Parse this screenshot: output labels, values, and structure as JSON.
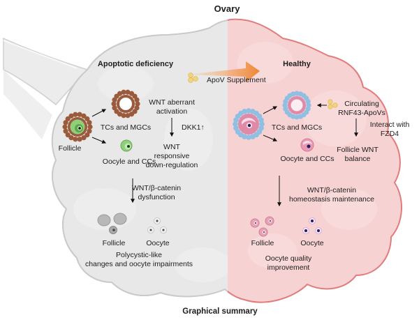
{
  "title": "Ovary",
  "caption": "Graphical summary",
  "colors": {
    "left_fill": "#e8e8e8",
    "left_outline": "#c8c8c8",
    "right_fill": "#f6d3d3",
    "right_outline": "#e07a7a",
    "arrow_orange": "#ee8a3a",
    "brown_granulosa": "#9b5a3c",
    "green_oocyte": "#8fcf7a",
    "blue_granulosa": "#8fbfe3",
    "pink_follicle": "#df8aa6",
    "apov_yellow": "#f2d57a",
    "nucleus_dark": "#1e1e5a"
  },
  "left_panel": {
    "heading": "Apoptotic deficiency",
    "follicle_label": "Follicle",
    "tcs_label": "TCs and MGCs",
    "oocyte_label": "Oocyle and CCs",
    "wnt_aberrant": [
      "WNT aberrant",
      "activation"
    ],
    "dkk1": "DKK1↑",
    "wnt_responsive": [
      "WNT",
      "responsive",
      "down-regulation"
    ],
    "dysfunction": [
      "WNT/β-catenin",
      "dysfunction"
    ],
    "outcome_follicle": "Follicle",
    "outcome_oocyte": "Oocyte",
    "outcome_text": [
      "Polycystic-like",
      "changes and oocyte impairments"
    ]
  },
  "middle": {
    "supplement": "ApoV Supplement"
  },
  "right_panel": {
    "heading": "Healthy",
    "tcs_label": "TCs and MGCs",
    "oocyte_label": "Oocyte and CCs",
    "circulating": [
      "Circulating",
      "RNF43-ApoVs"
    ],
    "interact": [
      "Interact with",
      "FZD4"
    ],
    "balance": [
      "Follicle WNT",
      "balance"
    ],
    "homeostasis": [
      "WNT/β-catenin",
      "homeostasis maintenance"
    ],
    "outcome_follicle": "Follicle",
    "outcome_oocyte": "Oocyte",
    "outcome_text": [
      "Oocyte quality",
      "improvement"
    ]
  }
}
